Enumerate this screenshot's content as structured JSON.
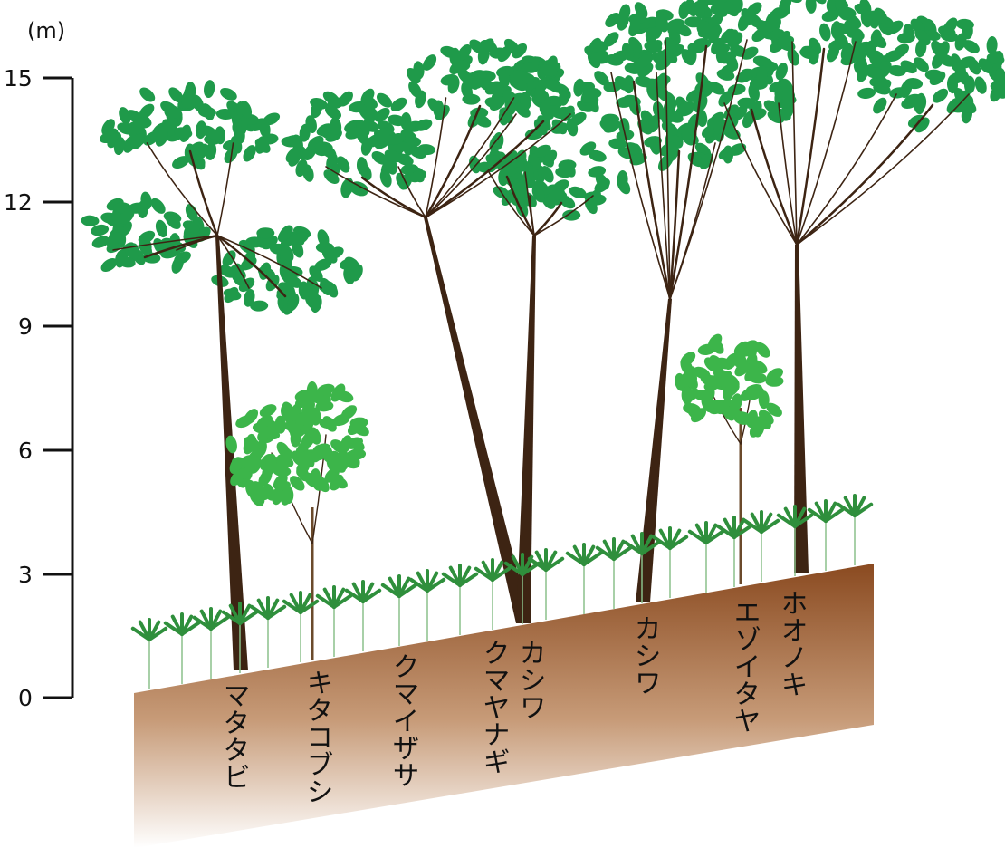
{
  "axis": {
    "unit": "(m)",
    "ticks": [
      "15",
      "12",
      "9",
      "6",
      "3",
      "0"
    ]
  },
  "species": [
    {
      "label": "マタタビ"
    },
    {
      "label": "キタコブシ"
    },
    {
      "label": "クマイザサ"
    },
    {
      "label": "クマヤナギ"
    },
    {
      "label": "カシワ"
    },
    {
      "label": "カシワ"
    },
    {
      "label": "エゾイタヤ"
    },
    {
      "label": "ホオノキ"
    }
  ],
  "colors": {
    "trunk": "#3d2413",
    "canopy": "#1f9a4a",
    "shrub": "#3cb54a",
    "bamboo": "#2f8f3c",
    "soil_top": "#8a4a20",
    "soil_bottom": "#ffffff"
  }
}
